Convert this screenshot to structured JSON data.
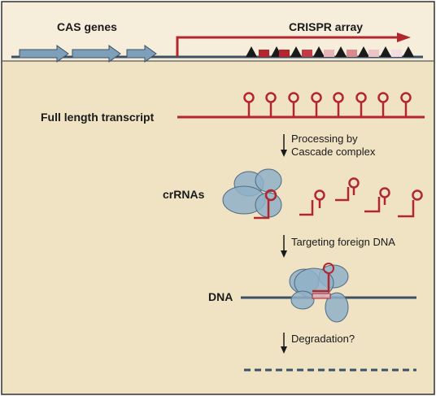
{
  "colors": {
    "background": "#efe3c4",
    "header_band": "#f6eedb",
    "border": "#333333",
    "dna": "#3d5166",
    "rna": "#b3262f",
    "cas_gene": "#7e9fba",
    "protein": "#8fb0c8",
    "repeat": "#1a1a1a"
  },
  "labels": {
    "cas_genes": "CAS genes",
    "crispr_array": "CRISPR array",
    "full_transcript": "Full length transcript",
    "crrnas": "crRNAs",
    "dna": "DNA"
  },
  "steps": {
    "processing_line1": "Processing by",
    "processing_line2": "Cascade complex",
    "targeting": "Targeting foreign DNA",
    "degradation": "Degradation?"
  },
  "icons": {
    "repeat": "triangle-icon",
    "spacer": "box-icon",
    "hairpin": "hairpin-icon",
    "protein_complex": "cascade-complex-icon",
    "arrow": "down-arrow-icon"
  }
}
